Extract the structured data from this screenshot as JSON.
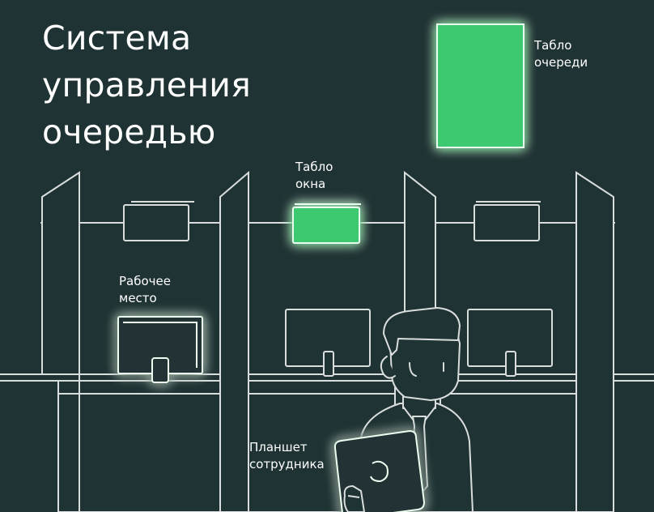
{
  "title": {
    "line1": "Система",
    "line2": "управления",
    "line3": "очередью"
  },
  "labels": {
    "queue_board": {
      "line1": "Табло",
      "line2": "очереди"
    },
    "window_board": {
      "line1": "Табло",
      "line2": "окна"
    },
    "workplace": {
      "line1": "Рабочее",
      "line2": "место"
    },
    "staff_tablet": {
      "line1": "Планшет",
      "line2": "сотрудника"
    }
  },
  "colors": {
    "background": "#203334",
    "line": "#d9dedd",
    "accent": "#3cc96f",
    "accent_glow": "#22ff66"
  }
}
